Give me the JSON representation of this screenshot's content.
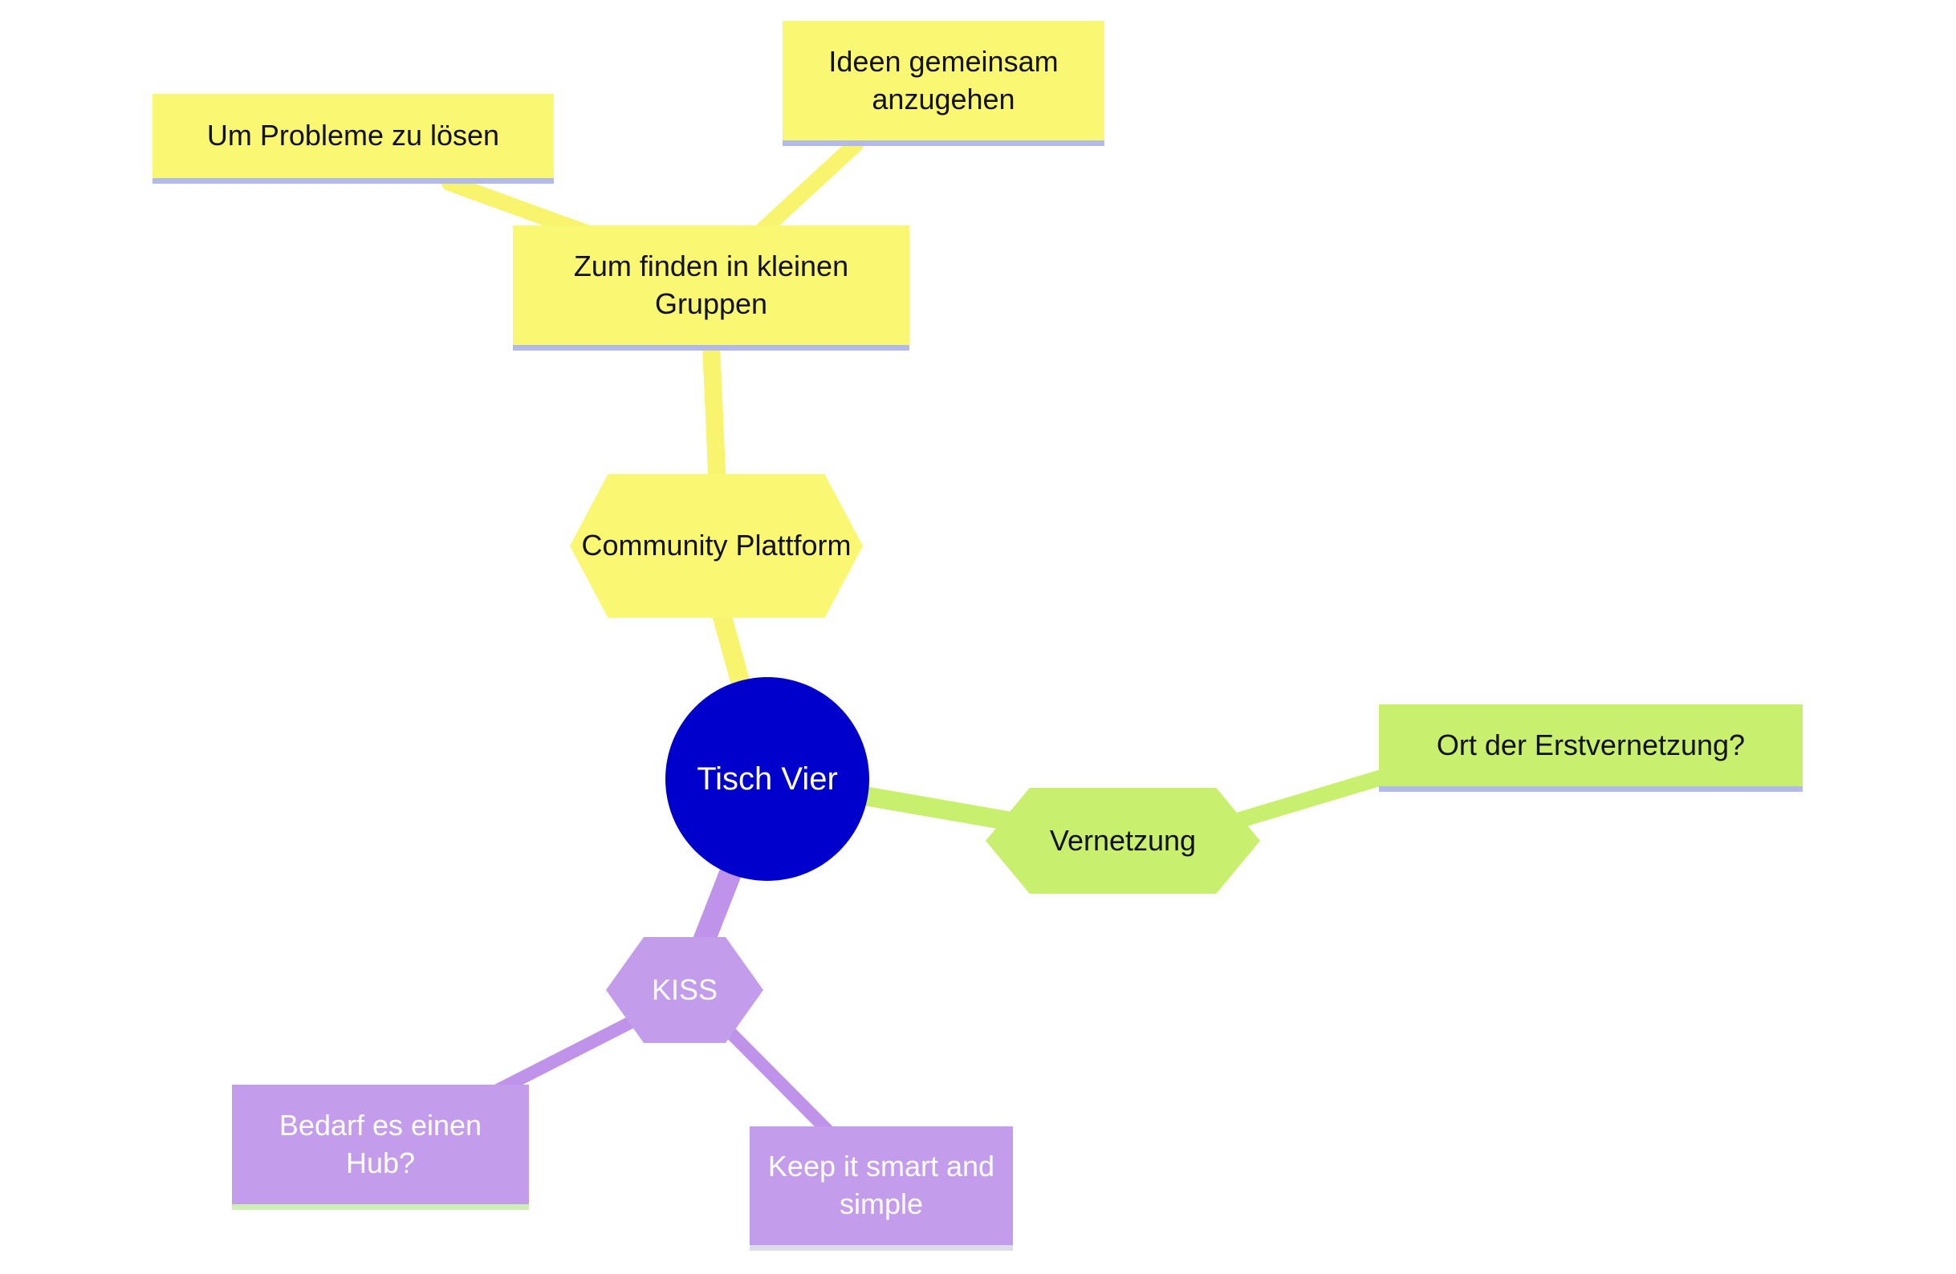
{
  "diagram": {
    "type": "mindmap",
    "title": "Tisch Vier Mindmap",
    "colors": {
      "root_fill": "#0000cc",
      "root_text": "#ffffff",
      "yellow_branch": "#faf772",
      "green_branch": "#c8f06e",
      "purple_branch": "#c49cec",
      "underline_lavender": "#b2bae9",
      "underline_pale_green": "#cdefb4",
      "background": "#ffffff"
    },
    "nodes": {
      "root": {
        "label": "Tisch Vier",
        "shape": "circle",
        "color": "#0000cc"
      },
      "community": {
        "label": "Community Plattform",
        "shape": "hexagon",
        "color": "#faf772"
      },
      "zum_finden": {
        "label": "Zum finden in kleinen Gruppen",
        "shape": "rectangle",
        "color": "#faf772"
      },
      "um_probleme": {
        "label": "Um Probleme zu lösen",
        "shape": "rectangle",
        "color": "#faf772"
      },
      "ideen": {
        "label": "Ideen gemeinsam anzugehen",
        "shape": "rectangle",
        "color": "#faf772"
      },
      "vernetzung": {
        "label": "Vernetzung",
        "shape": "hexagon",
        "color": "#c8f06e"
      },
      "ort": {
        "label": "Ort der Erstvernetzung?",
        "shape": "rectangle",
        "color": "#c8f06e"
      },
      "kiss": {
        "label": "KISS",
        "shape": "hexagon",
        "color": "#c49cec"
      },
      "bedarf": {
        "label": "Bedarf es einen Hub?",
        "shape": "rectangle",
        "color": "#c49cec"
      },
      "keep": {
        "label": "Keep it smart and simple",
        "shape": "rectangle",
        "color": "#c49cec"
      }
    },
    "connections": [
      {
        "from": "root",
        "to": "community",
        "color": "#faf772"
      },
      {
        "from": "community",
        "to": "zum_finden",
        "color": "#faf772"
      },
      {
        "from": "zum_finden",
        "to": "um_probleme",
        "color": "#faf772"
      },
      {
        "from": "zum_finden",
        "to": "ideen",
        "color": "#faf772"
      },
      {
        "from": "root",
        "to": "vernetzung",
        "color": "#c8f06e"
      },
      {
        "from": "vernetzung",
        "to": "ort",
        "color": "#c8f06e"
      },
      {
        "from": "root",
        "to": "kiss",
        "color": "#c49cec"
      },
      {
        "from": "kiss",
        "to": "bedarf",
        "color": "#c49cec"
      },
      {
        "from": "kiss",
        "to": "keep",
        "color": "#c49cec"
      }
    ]
  }
}
